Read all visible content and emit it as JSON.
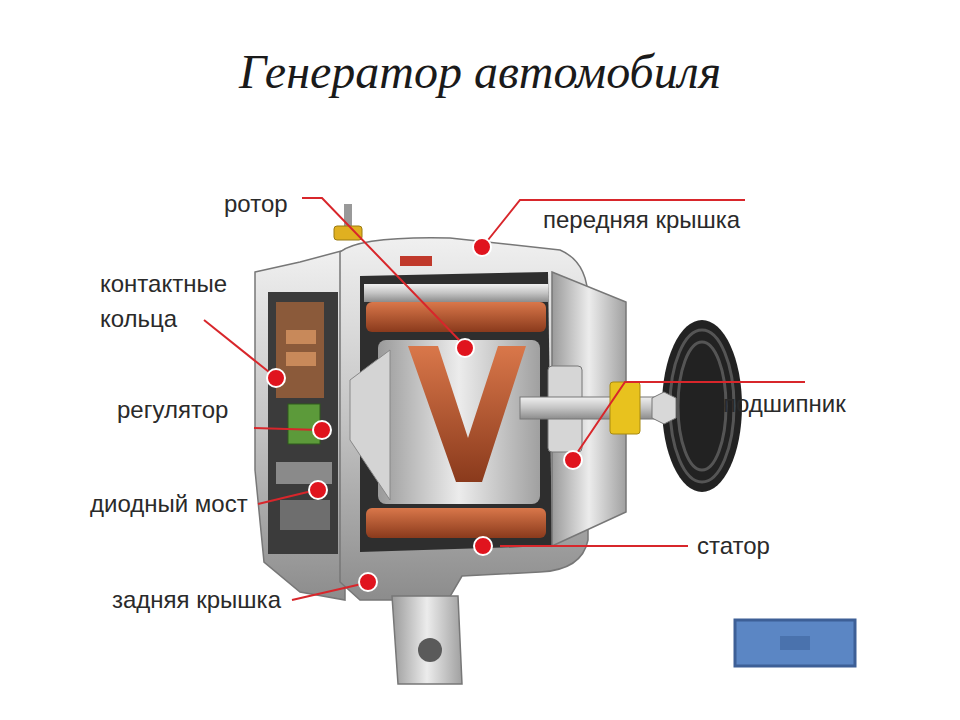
{
  "diagram": {
    "title": "Генератор автомобиля",
    "labels": [
      "ротор",
      "контактные кольца",
      "регулятор",
      "диодный мост",
      "задняя крышка",
      "передняя крышка",
      "подшипник",
      "статор"
    ]
  }
}
